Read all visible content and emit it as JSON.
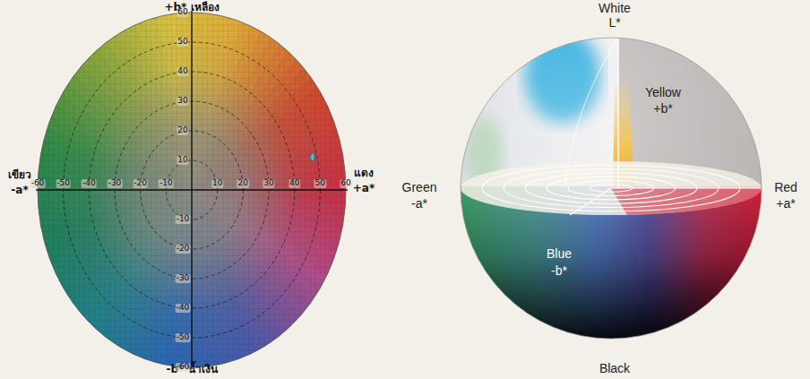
{
  "diagram": {
    "labels": [
      "+b* เหลือง",
      "เขียว",
      "-a*",
      "แดง",
      "+a*",
      "-b* น้ำเงิน",
      "-60",
      "-50",
      "-40",
      "-30",
      "-20",
      "-10",
      "10",
      "20",
      "30",
      "40",
      "50",
      "60",
      "60",
      "50",
      "40",
      "30",
      "20",
      "10",
      "-10",
      "-20",
      "-30",
      "-40",
      "-50",
      "-60",
      "White",
      "L*",
      "Yellow",
      "+b*",
      "Green",
      "-a*",
      "Red",
      "+a*",
      "Blue",
      "-b*",
      "Black"
    ]
  }
}
